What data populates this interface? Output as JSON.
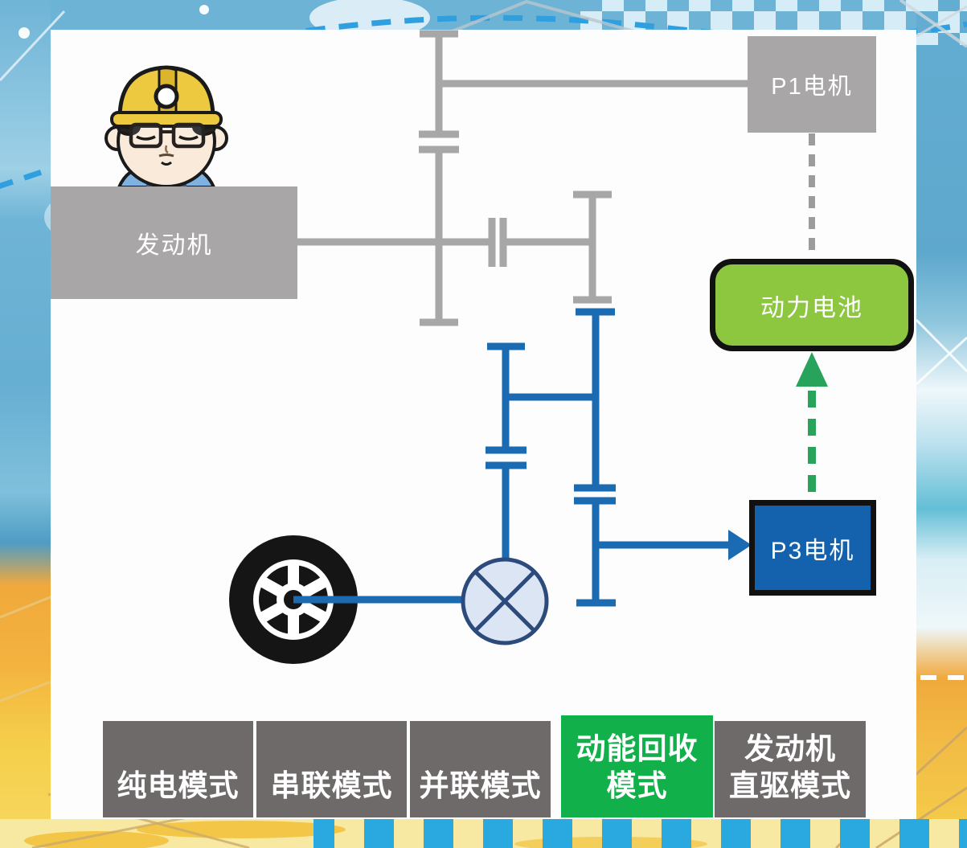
{
  "boxes": {
    "engine": {
      "label": "发动机"
    },
    "p1_motor": {
      "label": "P1电机"
    },
    "battery": {
      "label": "动力电池"
    },
    "p3_motor": {
      "label": "P3电机"
    }
  },
  "modes": [
    {
      "line1": "纯电模式",
      "active": false
    },
    {
      "line1": "串联模式",
      "active": false
    },
    {
      "line1": "并联模式",
      "active": false
    },
    {
      "line1": "动能回收",
      "line2": "模式",
      "active": true
    },
    {
      "line1": "发动机",
      "line2": "直驱模式",
      "active": false
    }
  ],
  "icons": {
    "wheel_icon": "black tire with white spokes",
    "differential_icon": "circle with X cross",
    "engineer_avatar": "cartoon engineer with yellow hard hat"
  },
  "colors": {
    "background_blue": "#6db3d6",
    "box_gray": "#a8a6a6",
    "shaft_gray": "#a7a7a7",
    "dashed_gray": "#9c9c9c",
    "shaft_blue": "#1b6bb3",
    "p3_blue": "#1462ae",
    "battery_green": "#8dc63f",
    "active_green": "#12b04b",
    "energy_green": "#27a35c",
    "mode_gray": "#6e6a6a",
    "label_white": "#ffffff",
    "bottom_yellow": "#f8e9a2",
    "checker_blue": "#29a9e0",
    "checker_pale": "#d6edf8",
    "orange": "#f0a93c",
    "yellow": "#f5cf4b",
    "helmet_yellow": "#edc93f",
    "skin": "#f9ead9",
    "shirt_blue": "#7fb2e0",
    "tire_black": "#151515",
    "diff_fill": "#dbe5f3",
    "diff_stroke": "#2c4b7c"
  }
}
